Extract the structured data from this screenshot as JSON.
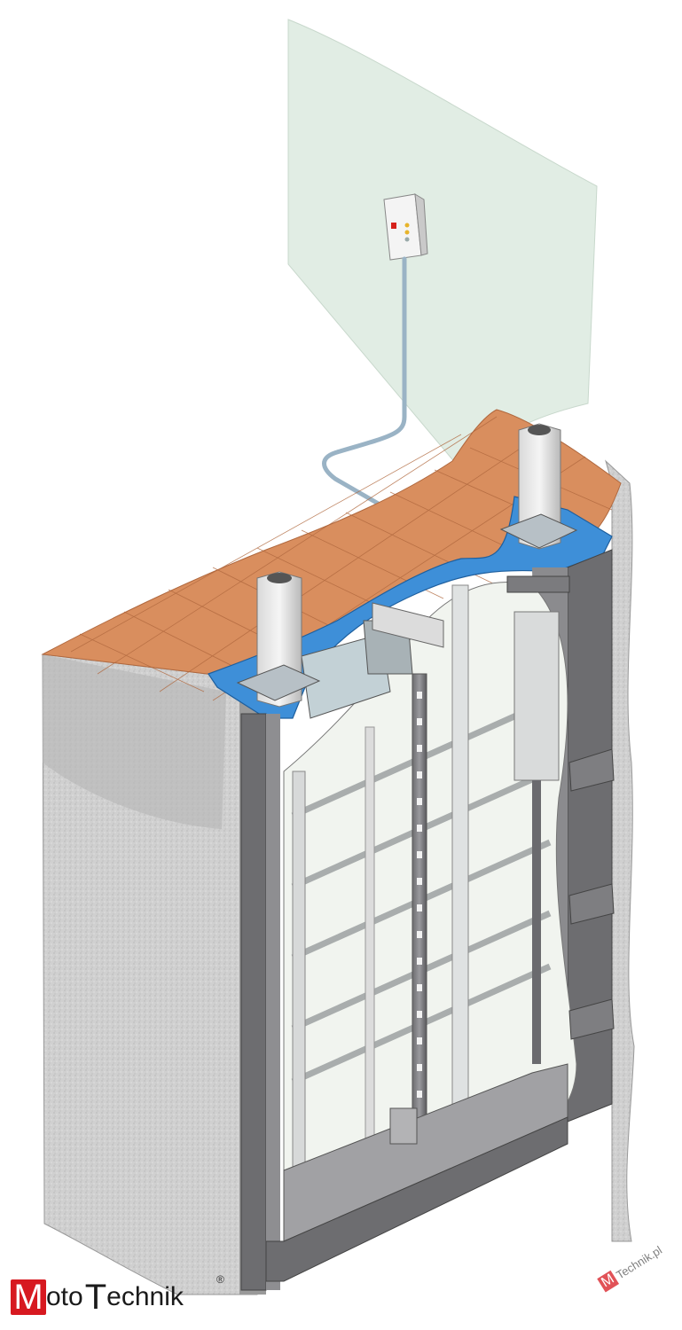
{
  "brand": {
    "logo_mark": "M",
    "logo_word_1": "oto",
    "logo_mark_2": "T",
    "logo_word_2": "echnik",
    "registered": "®",
    "watermark_text": "Technik.pl",
    "brand_color": "#d71920"
  },
  "colors": {
    "pavement": "#d98e5e",
    "concrete": "#cfcfcf",
    "plate": "#3e8fd8",
    "wall_glass": "#e1ede4",
    "frame": "#6d6d70"
  }
}
